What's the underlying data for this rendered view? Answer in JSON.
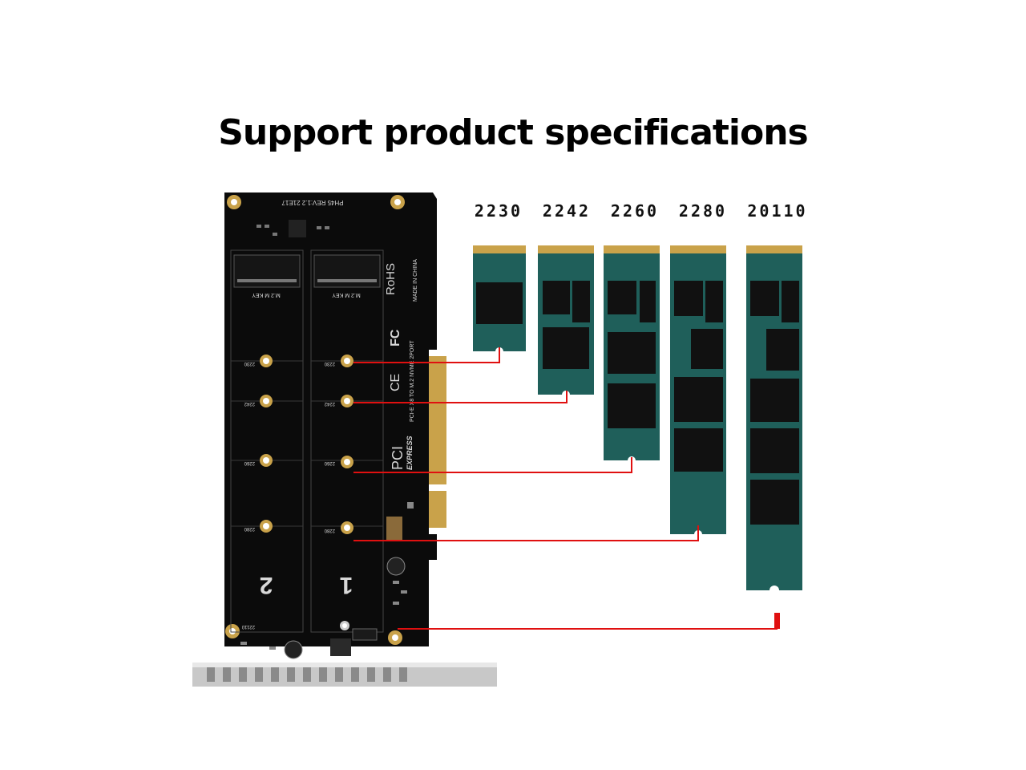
{
  "title": "Support product specifications",
  "sizes": [
    "2230",
    "2242",
    "2260",
    "2280",
    "20110"
  ],
  "board": {
    "rev": "PH45 REV:1.2 21E17",
    "key_label_1": "M.2 M KEY",
    "key_label_2": "M.2 M KEY",
    "rohs": "RoHS",
    "made_in": "MADE IN CHINA",
    "fc": "FC",
    "ce": "CE",
    "product_name": "PCI-E X8 TO M.2 NVME 2PORT",
    "pci": "PCI",
    "express": "EXPRESS",
    "slot_1": "1",
    "slot_2": "2",
    "hole_labels": [
      "2230",
      "2242",
      "2260",
      "2280",
      "22110"
    ]
  },
  "colors": {
    "pcb": "#0b0b0b",
    "ssd": "#1f5f5a",
    "chip": "#111111",
    "gold": "#c9a24a",
    "connector_line": "#e01010"
  }
}
